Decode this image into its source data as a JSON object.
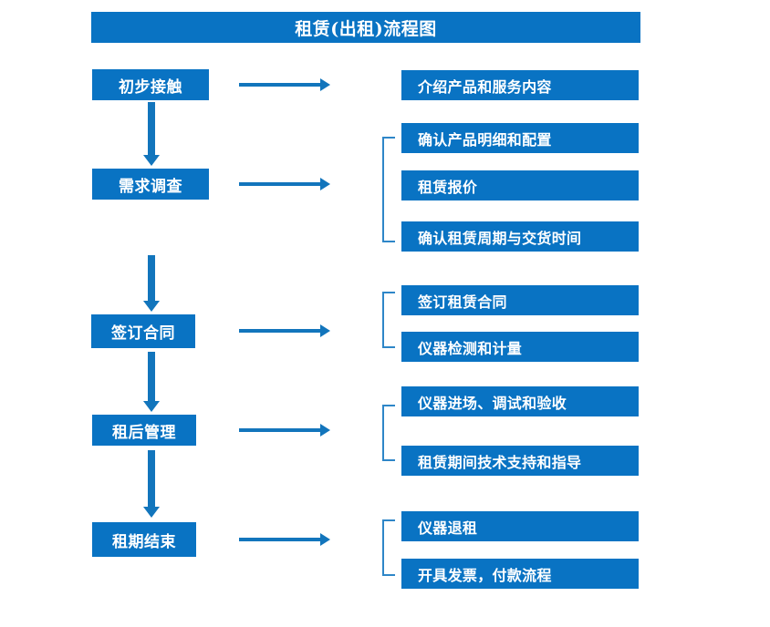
{
  "chart_data": {
    "type": "diagram",
    "title": "租赁(出租)流程图",
    "diagram_kind": "flowchart",
    "orientation": "vertical-left-stages-with-right-detail-groups",
    "accent_color": "#0973C3",
    "arrow_color": "#1275BC",
    "bracket_color": "#2E86C8",
    "text_color": "#FFFFFF",
    "background": "#FFFFFF",
    "stages": [
      {
        "label": "初步接触",
        "details": [
          "介绍产品和服务内容"
        ],
        "bracketed": false
      },
      {
        "label": "需求调查",
        "details": [
          "确认产品明细和配置",
          "租赁报价",
          "确认租赁周期与交货时间"
        ],
        "bracketed": true
      },
      {
        "label": "签订合同",
        "details": [
          "签订租赁合同",
          "仪器检测和计量"
        ],
        "bracketed": true
      },
      {
        "label": "租后管理",
        "details": [
          "仪器进场、调试和验收",
          "租赁期间技术支持和指导"
        ],
        "bracketed": true
      },
      {
        "label": "租期结束",
        "details": [
          "仪器退租",
          "开具发票，付款流程"
        ],
        "bracketed": true
      }
    ]
  },
  "header": {
    "title": "租赁(出租)流程图"
  },
  "stages": [
    {
      "label": "初步接触"
    },
    {
      "label": "需求调查"
    },
    {
      "label": "签订合同"
    },
    {
      "label": "租后管理"
    },
    {
      "label": "租期结束"
    }
  ],
  "details": [
    {
      "label": "介绍产品和服务内容"
    },
    {
      "label": "确认产品明细和配置"
    },
    {
      "label": "租赁报价"
    },
    {
      "label": "确认租赁周期与交货时间"
    },
    {
      "label": "签订租赁合同"
    },
    {
      "label": "仪器检测和计量"
    },
    {
      "label": "仪器进场、调试和验收"
    },
    {
      "label": "租赁期间技术支持和指导"
    },
    {
      "label": "仪器退租"
    },
    {
      "label": "开具发票，付款流程"
    }
  ]
}
